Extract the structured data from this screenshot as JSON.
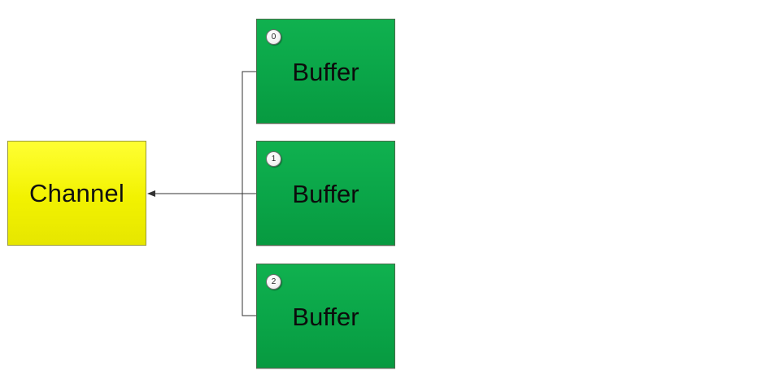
{
  "channel": {
    "label": "Channel",
    "fill_color": "#f2f200"
  },
  "buffers": [
    {
      "index": "0",
      "label": "Buffer"
    },
    {
      "index": "1",
      "label": "Buffer"
    },
    {
      "index": "2",
      "label": "Buffer"
    }
  ],
  "colors": {
    "buffer_fill": "#0aa548",
    "channel_fill": "#f2f200",
    "connector": "#333333"
  }
}
